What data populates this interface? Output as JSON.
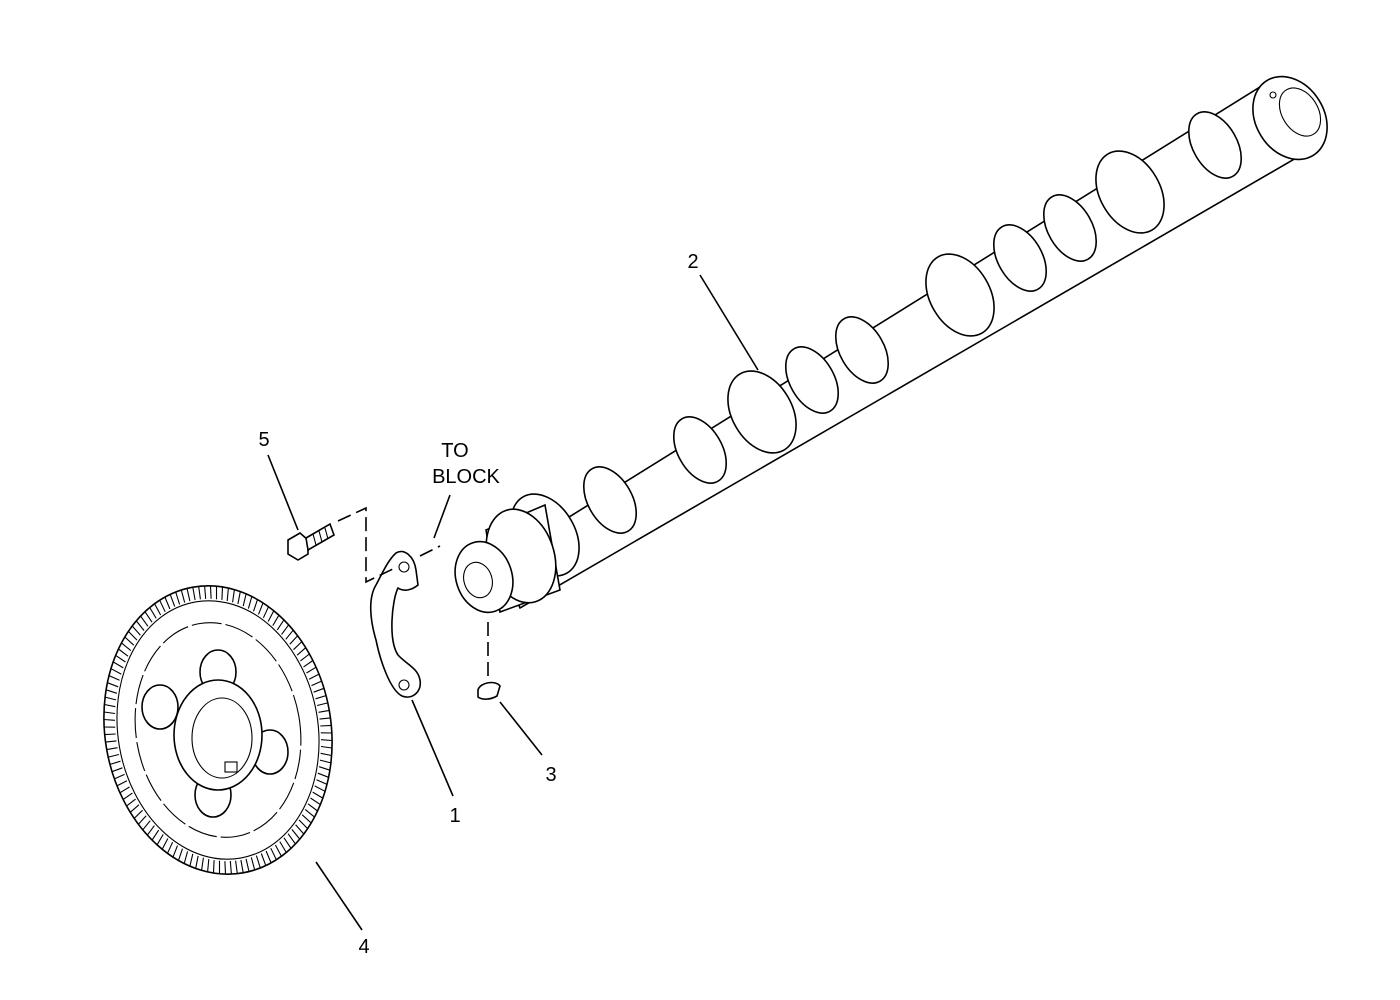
{
  "callouts": {
    "item1": "1",
    "item2": "2",
    "item3": "3",
    "item4": "4",
    "item5": "5"
  },
  "note": {
    "line1": "TO",
    "line2": "BLOCK"
  },
  "parts": {
    "item1": "thrust-plate",
    "item2": "camshaft",
    "item3": "woodruff-key",
    "item4": "camshaft-gear",
    "item5": "bolt"
  }
}
